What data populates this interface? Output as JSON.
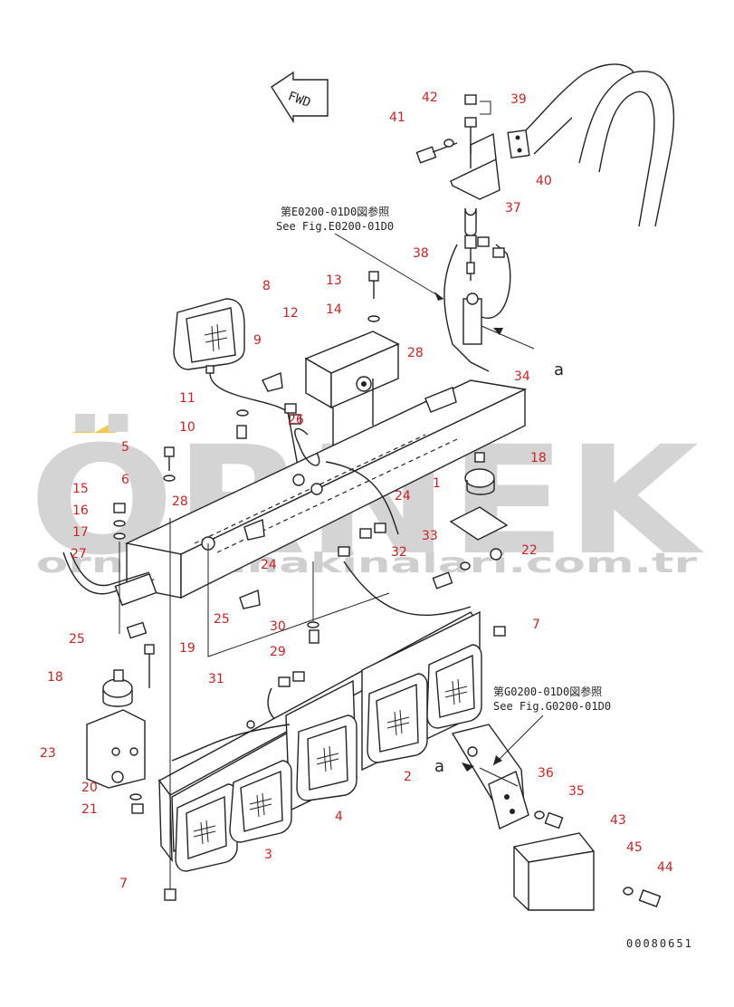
{
  "watermark": {
    "main": "ÖRNEK",
    "sub": "ornekismakinalari.com.tr"
  },
  "fwd_label": "FWD",
  "reference_e": {
    "jp": "第E0200-01D0図参照",
    "en": "See Fig.E0200-01D0"
  },
  "reference_g": {
    "jp": "第G0200-01D0図参照",
    "en": "See Fig.G0200-01D0"
  },
  "view_marker": "a",
  "drawing_number": "00080651",
  "callouts": [
    "1",
    "2",
    "3",
    "4",
    "5",
    "6",
    "7",
    "8",
    "9",
    "10",
    "11",
    "12",
    "13",
    "14",
    "15",
    "16",
    "17",
    "18",
    "19",
    "20",
    "21",
    "22",
    "23",
    "24",
    "25",
    "26",
    "27",
    "28",
    "29",
    "30",
    "31",
    "32",
    "33",
    "34",
    "35",
    "36",
    "37",
    "38",
    "39",
    "40",
    "41",
    "42",
    "43",
    "44",
    "45"
  ],
  "colors": {
    "callout": "#cc2222",
    "line": "#222222",
    "watermark": "#d4d4d4",
    "accent": "#f2c94c"
  }
}
